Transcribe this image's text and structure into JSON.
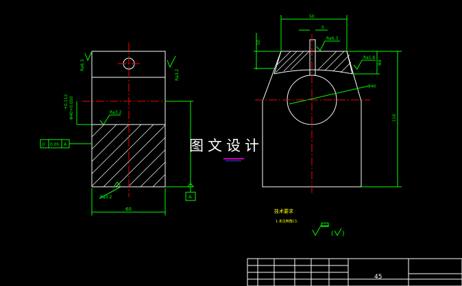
{
  "watermark": "图文设计",
  "dimensions": {
    "left_width": "60",
    "right_width": "50",
    "right_height": "110",
    "right_top": "10",
    "groove_width": "5",
    "circle_dia": "Φ40",
    "right_side_small": "Φ4"
  },
  "roughness": {
    "ra63_left": "Ra6.3",
    "ra32_right": "Ra3.2",
    "ra32_mid": "Ra3.2",
    "ra32_bottom": "Ra3.2",
    "ra63_right": "Ra6.3",
    "ra3_right": "Ra1.6"
  },
  "tolerance": {
    "frame_value": "0.05",
    "datum": "A",
    "datum_box": "A",
    "fit_upper": "+0.112",
    "fit_lower": "Φ40+0.050"
  },
  "notes": {
    "title": "技术要求",
    "line1": "1.未注倒角C1."
  },
  "titleblock": {
    "material": "45"
  },
  "colors": {
    "outline": "#ffffff",
    "dimension": "#00ff00",
    "centerline": "#ff0000",
    "accent": "#ff00ff"
  }
}
